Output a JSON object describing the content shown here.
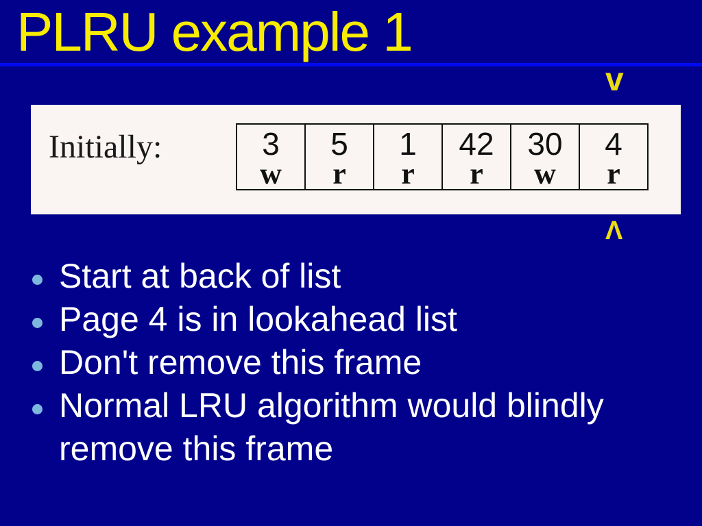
{
  "slide": {
    "title": "PLRU example 1",
    "markers": {
      "top": "v",
      "bottom": "Λ"
    },
    "figure": {
      "label": "Initially:",
      "frames": [
        {
          "page": "3",
          "mode": "w"
        },
        {
          "page": "5",
          "mode": "r"
        },
        {
          "page": "1",
          "mode": "r"
        },
        {
          "page": "42",
          "mode": "r"
        },
        {
          "page": "30",
          "mode": "w"
        },
        {
          "page": "4",
          "mode": "r"
        }
      ]
    },
    "bullets": [
      "Start at back of list",
      "Page 4 is in lookahead list",
      "Don't remove this frame",
      "Normal LRU algorithm would blindly remove this frame"
    ],
    "colors": {
      "background": "#01018b",
      "title_text": "#f8ec00",
      "title_rule": "#000af0",
      "pointer_marker": "#e9dd0e",
      "bullet_dot": "#7db7de",
      "bullet_text": "#ffffff",
      "panel_background": "#faf5f2",
      "table_text": "#111111"
    }
  }
}
